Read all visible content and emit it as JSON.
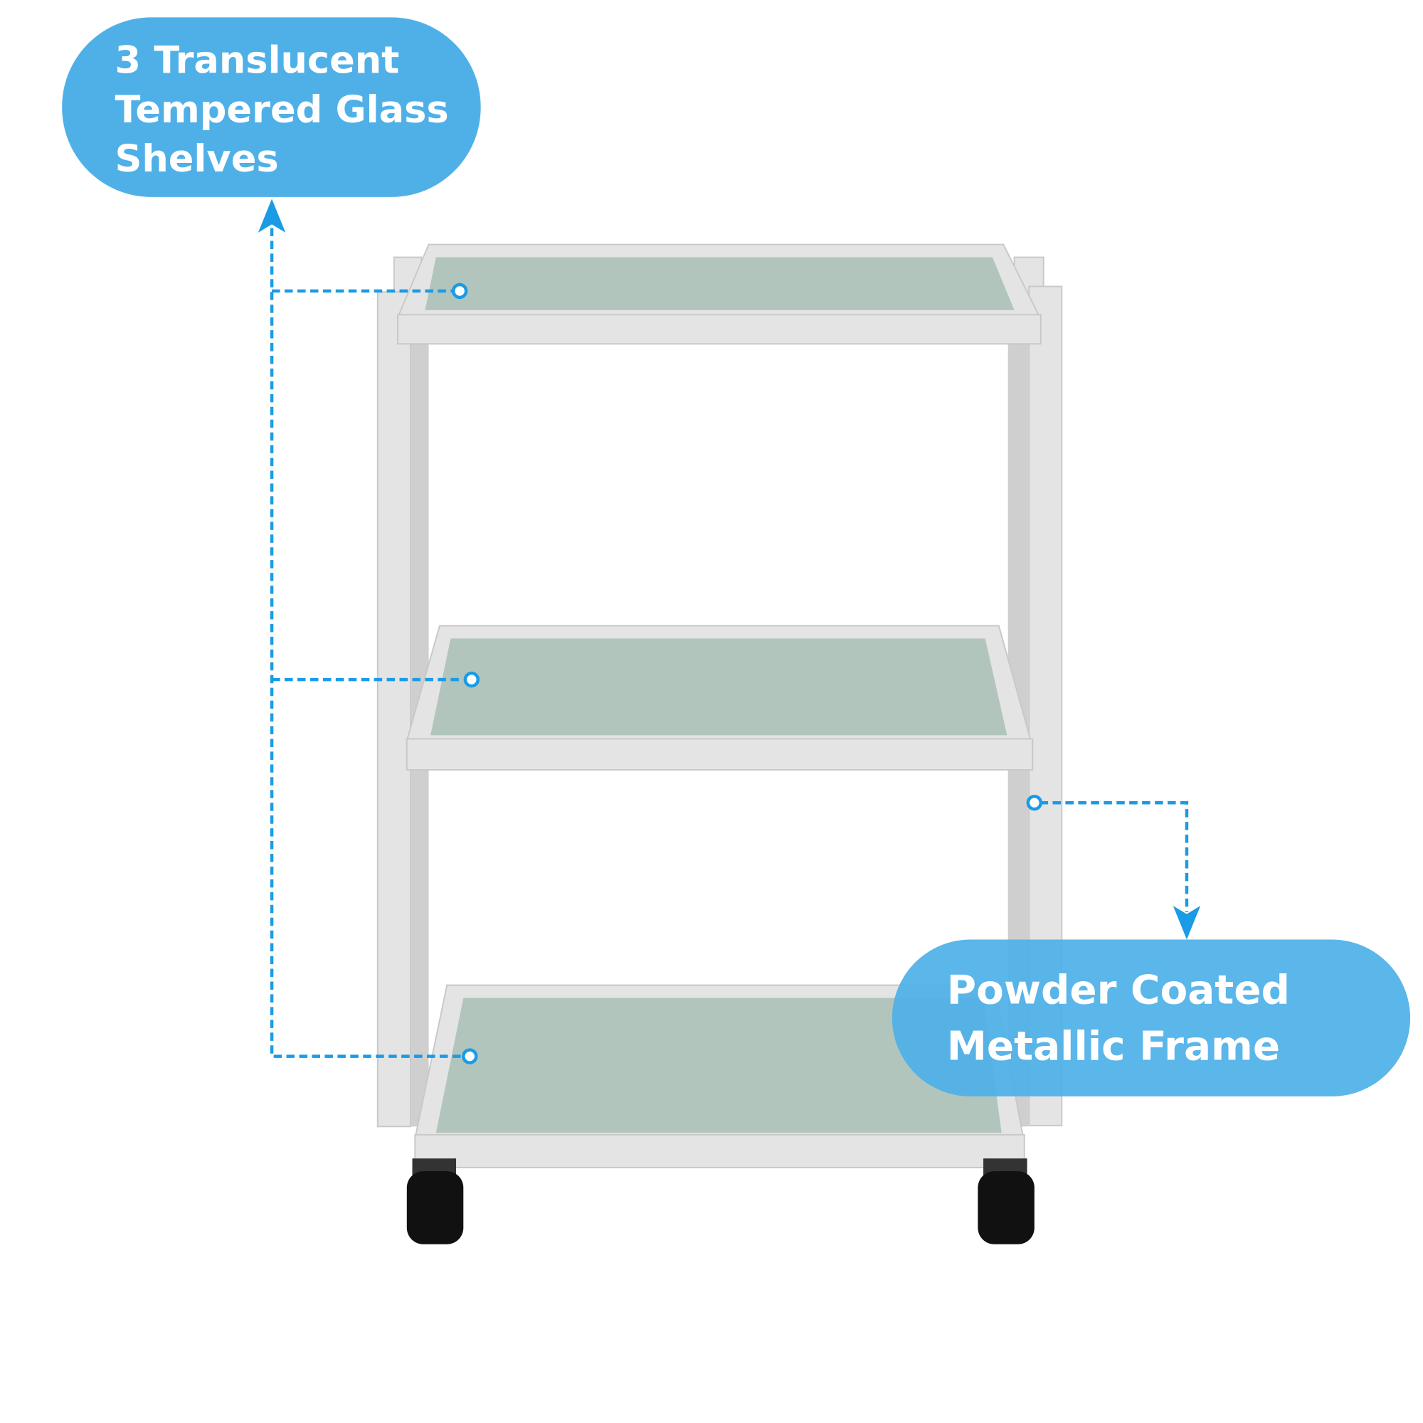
{
  "callouts": {
    "shelves": {
      "lines": [
        "3 Translucent",
        "Tempered Glass",
        "Shelves"
      ]
    },
    "frame": {
      "lines": [
        "Powder Coated",
        "Metallic Frame"
      ]
    }
  },
  "colors": {
    "callout_bg": "#4fb0e8",
    "leader": "#1a9be6",
    "glass": "#aec3b9",
    "frame": "#e4e4e4",
    "caster": "#111111"
  }
}
